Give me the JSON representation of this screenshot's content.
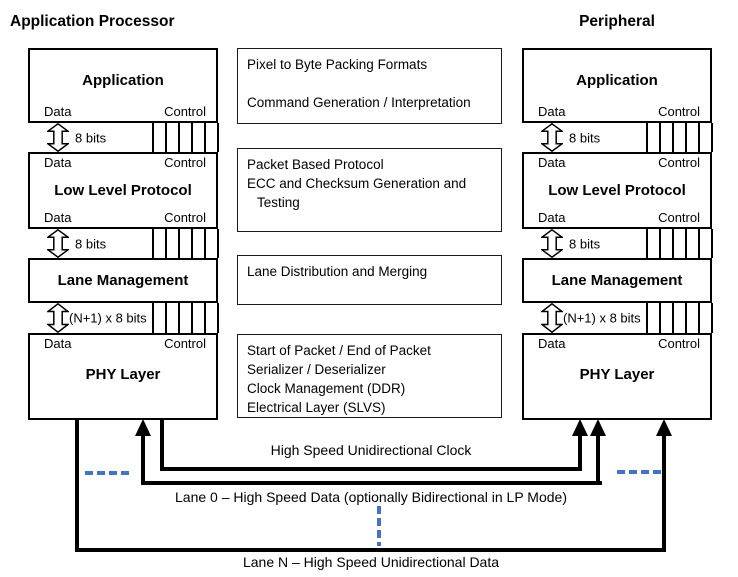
{
  "titles": {
    "left": "Application Processor",
    "right": "Peripheral"
  },
  "stack": {
    "layers": {
      "application": "Application",
      "low_level_protocol": "Low Level Protocol",
      "lane_management": "Lane Management",
      "phy_layer": "PHY Layer"
    },
    "port_labels": {
      "data": "Data",
      "control": "Control"
    },
    "bus_labels": {
      "byte": "8 bits",
      "lanes": "(N+1) x 8 bits"
    }
  },
  "function_boxes": [
    {
      "lines": [
        "Pixel to Byte Packing Formats",
        "",
        "Command Generation / Interpretation"
      ]
    },
    {
      "lines": [
        "Packet Based Protocol",
        "ECC and Checksum Generation and",
        "Testing"
      ]
    },
    {
      "lines": [
        "Lane Distribution and Merging"
      ]
    },
    {
      "lines": [
        "Start of Packet / End of Packet",
        "Serializer / Deserializer",
        "Clock Management (DDR)",
        "Electrical Layer (SLVS)"
      ]
    }
  ],
  "bottom_links": {
    "clock_label": "High Speed Unidirectional Clock",
    "lane0_label": "Lane 0 – High Speed Data (optionally Bidirectional in LP Mode)",
    "laneN_label": "Lane N – High Speed Unidirectional Data"
  },
  "colors": {
    "line": "#000000",
    "ellipsis_blue": "#4472C4"
  }
}
